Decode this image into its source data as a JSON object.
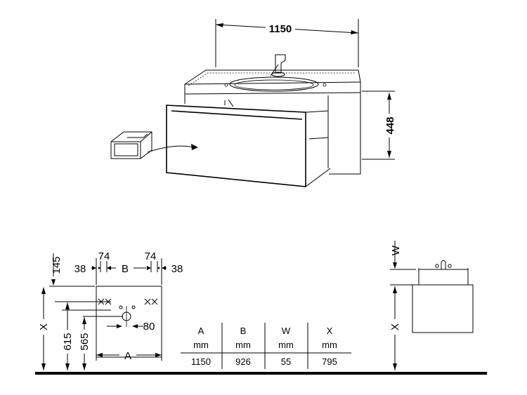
{
  "top_view": {
    "width_dim": "1150",
    "height_dim": "448"
  },
  "plan_view": {
    "dim_145": "145",
    "dim_74_left": "74",
    "dim_74_right": "74",
    "dim_38_left": "38",
    "dim_38_right": "38",
    "dim_B": "B",
    "dim_80": "80",
    "dim_A": "A",
    "dim_X": "X",
    "dim_615": "615",
    "dim_565": "565"
  },
  "table": {
    "headers": [
      "A",
      "B",
      "W",
      "X"
    ],
    "units": [
      "mm",
      "mm",
      "mm",
      "mm"
    ],
    "values": [
      "1150",
      "926",
      "55",
      "795"
    ]
  },
  "side_view": {
    "dim_W": "W",
    "dim_X": "X"
  }
}
